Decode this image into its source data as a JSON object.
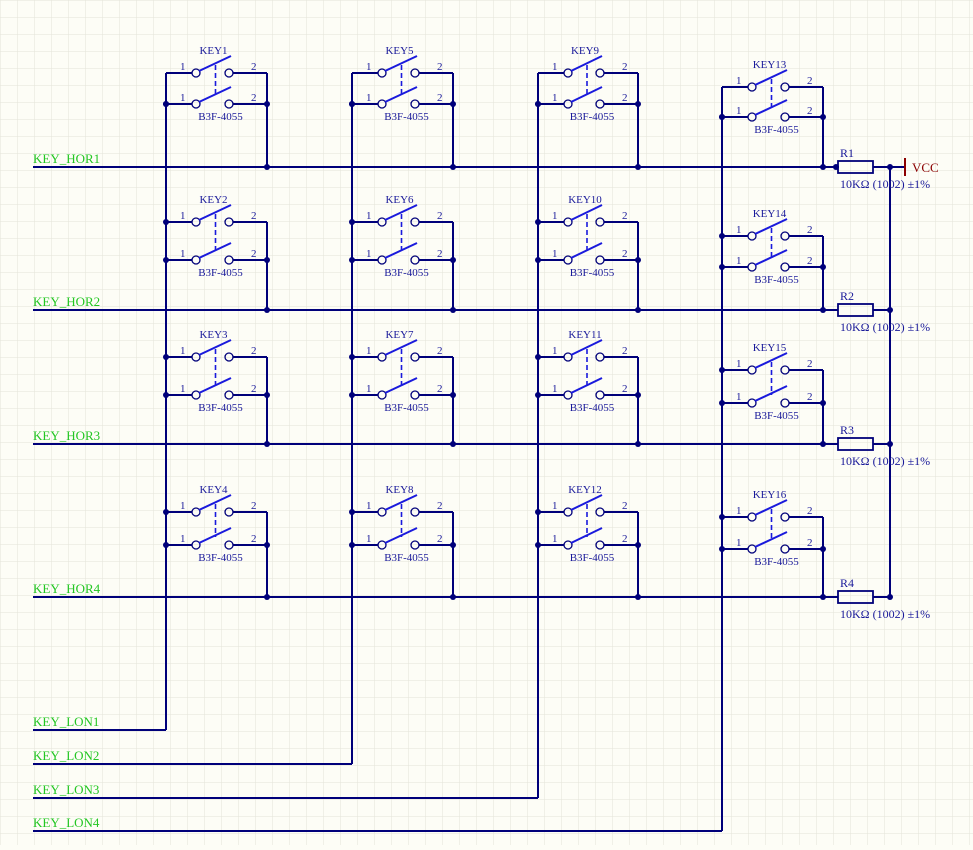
{
  "colors": {
    "background": "#fdfdf6",
    "grid": "#e4e4d8",
    "wire": "#00007a",
    "switch": "#1a1adc",
    "net_label": "#22c622",
    "component_text": "#1a1a9a",
    "power": "#8b0000"
  },
  "keys": [
    {
      "designator": "KEY1",
      "part": "B3F-4055",
      "pin_a": "1",
      "pin_b": "2"
    },
    {
      "designator": "KEY2",
      "part": "B3F-4055",
      "pin_a": "1",
      "pin_b": "2"
    },
    {
      "designator": "KEY3",
      "part": "B3F-4055",
      "pin_a": "1",
      "pin_b": "2"
    },
    {
      "designator": "KEY4",
      "part": "B3F-4055",
      "pin_a": "1",
      "pin_b": "2"
    },
    {
      "designator": "KEY5",
      "part": "B3F-4055",
      "pin_a": "1",
      "pin_b": "2"
    },
    {
      "designator": "KEY6",
      "part": "B3F-4055",
      "pin_a": "1",
      "pin_b": "2"
    },
    {
      "designator": "KEY7",
      "part": "B3F-4055",
      "pin_a": "1",
      "pin_b": "2"
    },
    {
      "designator": "KEY8",
      "part": "B3F-4055",
      "pin_a": "1",
      "pin_b": "2"
    },
    {
      "designator": "KEY9",
      "part": "B3F-4055",
      "pin_a": "1",
      "pin_b": "2"
    },
    {
      "designator": "KEY10",
      "part": "B3F-4055",
      "pin_a": "1",
      "pin_b": "2"
    },
    {
      "designator": "KEY11",
      "part": "B3F-4055",
      "pin_a": "1",
      "pin_b": "2"
    },
    {
      "designator": "KEY12",
      "part": "B3F-4055",
      "pin_a": "1",
      "pin_b": "2"
    },
    {
      "designator": "KEY13",
      "part": "B3F-4055",
      "pin_a": "1",
      "pin_b": "2"
    },
    {
      "designator": "KEY14",
      "part": "B3F-4055",
      "pin_a": "1",
      "pin_b": "2"
    },
    {
      "designator": "KEY15",
      "part": "B3F-4055",
      "pin_a": "1",
      "pin_b": "2"
    },
    {
      "designator": "KEY16",
      "part": "B3F-4055",
      "pin_a": "1",
      "pin_b": "2"
    }
  ],
  "resistors": [
    {
      "designator": "R1",
      "value": "10KΩ (1002) ±1%"
    },
    {
      "designator": "R2",
      "value": "10KΩ (1002) ±1%"
    },
    {
      "designator": "R3",
      "value": "10KΩ (1002) ±1%"
    },
    {
      "designator": "R4",
      "value": "10KΩ (1002) ±1%"
    }
  ],
  "row_nets": [
    "KEY_HOR1",
    "KEY_HOR2",
    "KEY_HOR3",
    "KEY_HOR4"
  ],
  "col_nets": [
    "KEY_LON1",
    "KEY_LON2",
    "KEY_LON3",
    "KEY_LON4"
  ],
  "power": {
    "label": "VCC"
  }
}
